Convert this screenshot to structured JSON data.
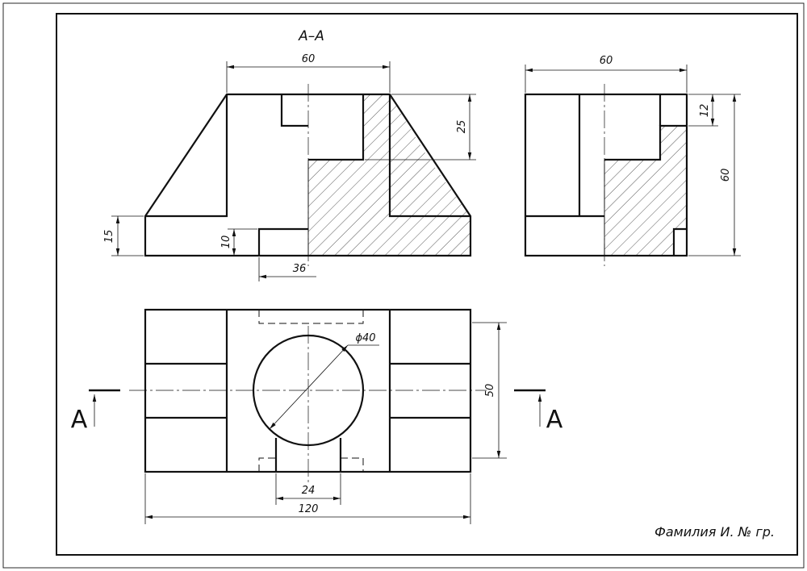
{
  "section_title": "A–A",
  "section_marker_letter": "A",
  "dimensions": {
    "front_width": "60",
    "front_height_upper": "25",
    "front_base_height": "15",
    "front_groove_height": "10",
    "front_groove_width": "36",
    "side_width": "60",
    "side_step": "12",
    "side_height": "60",
    "plan_diameter": "ϕ40",
    "plan_depth": "50",
    "plan_slot_width": "24",
    "plan_total_length": "120"
  },
  "title_block": "Фамилия И. № гр."
}
